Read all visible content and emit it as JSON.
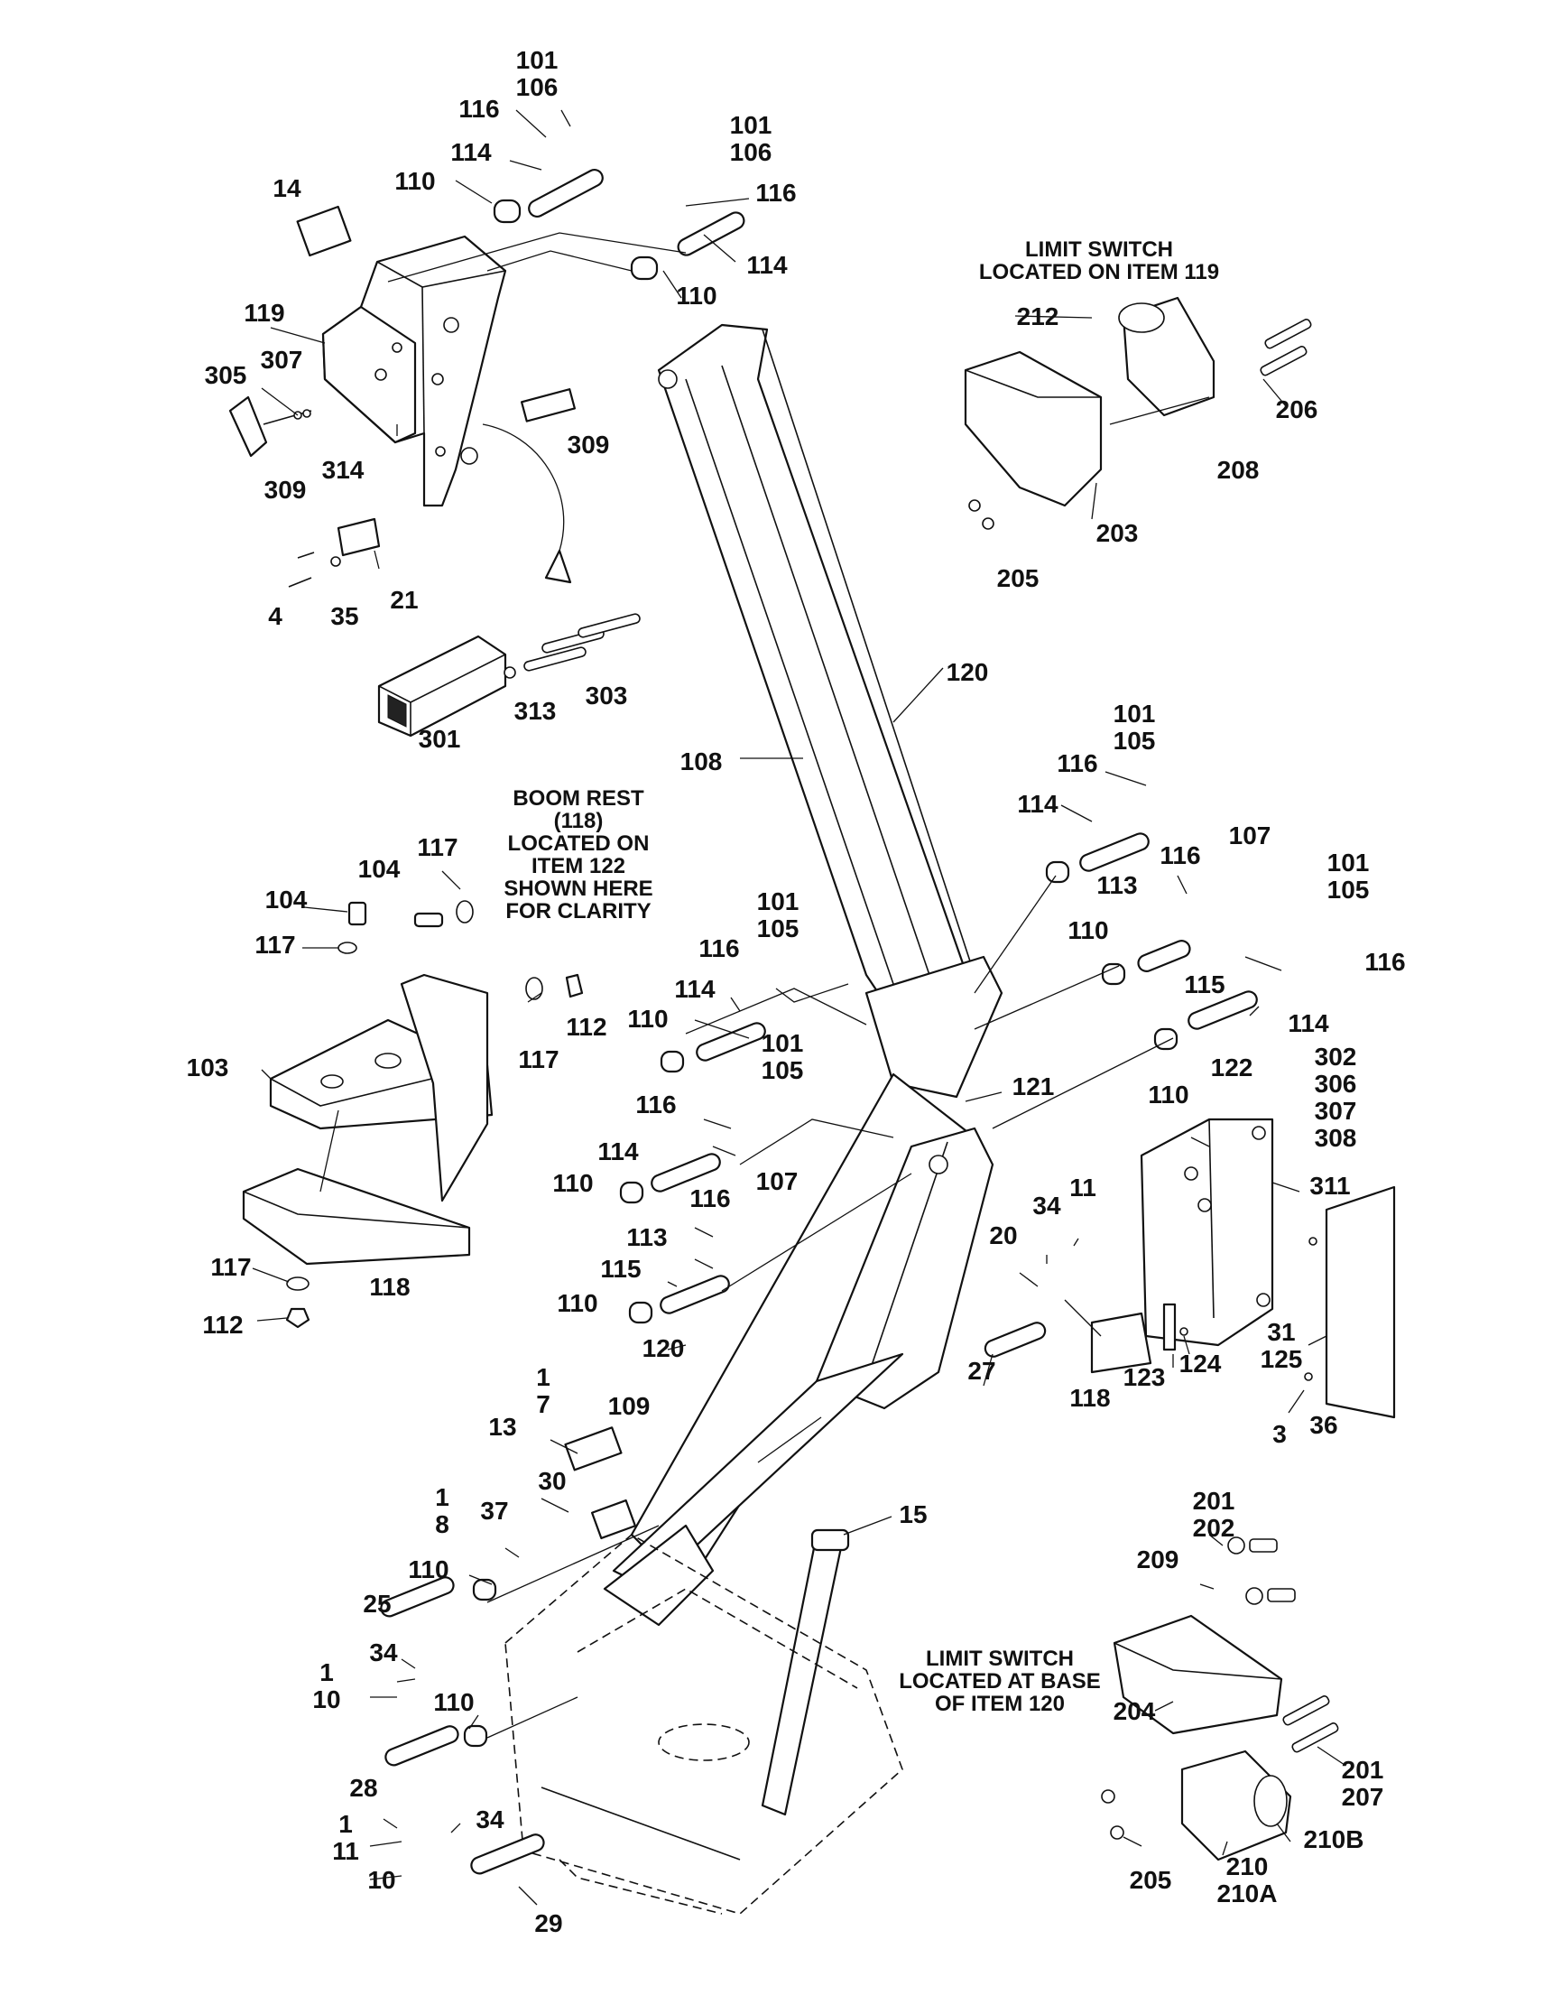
{
  "labels": {
    "l101a": "101",
    "l106a": "106",
    "l116a": "116",
    "l114a": "114",
    "l110a": "110",
    "l14": "14",
    "l101b": "101",
    "l106b": "106",
    "l116b": "116",
    "l114b": "114",
    "l110b": "110",
    "l119": "119",
    "l305": "305",
    "l307a": "307",
    "l309a": "309",
    "l314": "314",
    "l309b": "309",
    "l4": "4",
    "l35": "35",
    "l21": "21",
    "l301": "301",
    "l313": "313",
    "l303": "303",
    "l120a": "120",
    "l108": "108",
    "l212": "212",
    "l206": "206",
    "l208": "208",
    "l203": "203",
    "l205a": "205",
    "l101c": "101",
    "l105a": "105",
    "l116c": "116",
    "l114c": "114",
    "l116d": "116",
    "l107a": "107",
    "l113a": "113",
    "l110c": "110",
    "l115a": "115",
    "l101d": "101",
    "l105b": "105",
    "l116e": "116",
    "l114d": "114",
    "l110d": "110",
    "l117a": "117",
    "l104a": "104",
    "l104b": "104",
    "l117b": "117",
    "l103": "103",
    "l112a": "112",
    "l117c": "117",
    "l101e": "101",
    "l105c": "105",
    "l116f": "116",
    "l114e": "114",
    "l110e": "110",
    "l101f": "101",
    "l105d": "105",
    "l116g": "116",
    "l114f": "114",
    "l110f": "110",
    "l121": "121",
    "l122": "122",
    "l302": "302",
    "l306": "306",
    "l307b": "307",
    "l308": "308",
    "l311": "311",
    "l116h": "116",
    "l107b": "107",
    "l113b": "113",
    "l115b": "115",
    "l110g": "110",
    "l117d": "117",
    "l118a": "118",
    "l112b": "112",
    "l34a": "34",
    "l11a": "11",
    "l20": "20",
    "l27": "27",
    "l120b": "120",
    "l109": "109",
    "l31": "31",
    "l125": "125",
    "l3": "3",
    "l36": "36",
    "l118b": "118",
    "l123": "123",
    "l124": "124",
    "l1a": "1",
    "l7": "7",
    "l13": "13",
    "l30": "30",
    "l1b": "1",
    "l8": "8",
    "l37": "37",
    "l15": "15",
    "l110h": "110",
    "l25": "25",
    "l34b": "34",
    "l1c": "1",
    "l10a": "10",
    "l110i": "110",
    "l28": "28",
    "l34c": "34",
    "l1d": "1",
    "l11b": "11",
    "l10b": "10",
    "l29": "29",
    "l201a": "201",
    "l202": "202",
    "l209": "209",
    "l204": "204",
    "l201b": "201",
    "l207": "207",
    "l210": "210",
    "l210a": "210A",
    "l210b": "210B",
    "l205b": "205"
  },
  "notes": {
    "limit_switch_119": [
      "LIMIT SWITCH",
      "LOCATED ON ITEM 119"
    ],
    "boom_rest": [
      "BOOM REST",
      "(118)",
      "LOCATED ON",
      "ITEM 122",
      "SHOWN HERE",
      "FOR CLARITY"
    ],
    "limit_switch_120": [
      "LIMIT SWITCH",
      "LOCATED AT BASE",
      "OF ITEM 120"
    ]
  }
}
